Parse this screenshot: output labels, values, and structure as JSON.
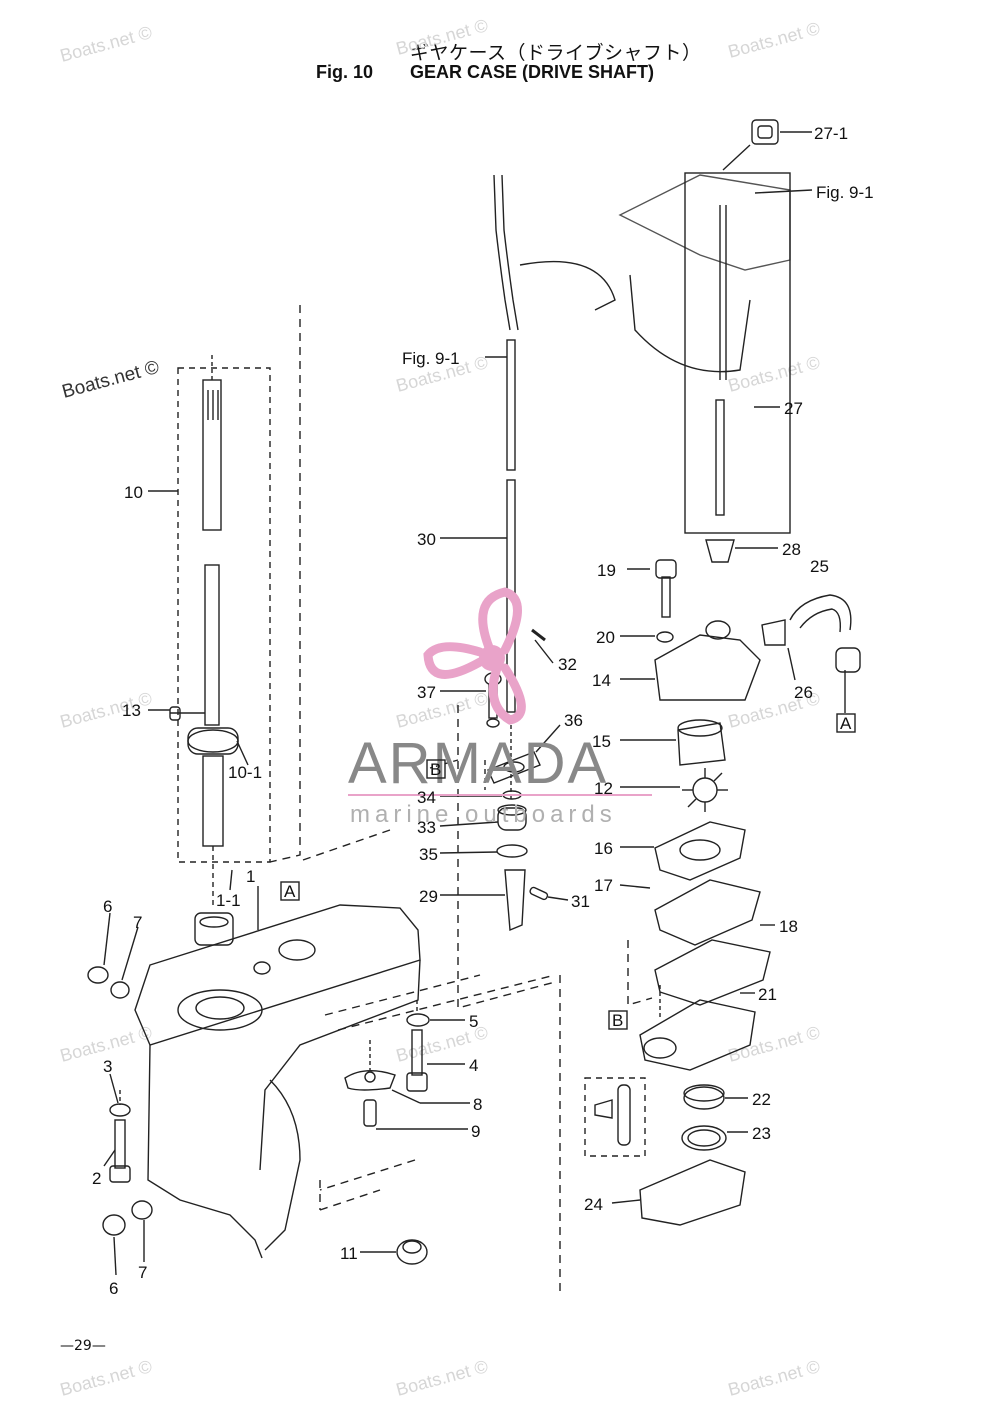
{
  "header": {
    "title_jp": "ギヤケース（ドライブシャフト）",
    "fig_label": "Fig. 10",
    "fig_name": "GEAR CASE (DRIVE SHAFT)"
  },
  "page_number": "—29—",
  "watermark": {
    "text": "Boats.net ©"
  },
  "brand": {
    "name": "ARMADA",
    "tagline": "marine outboards",
    "logo_color": "#e9a3c9",
    "text_color": "#888888"
  },
  "refs": {
    "fig91_top": "Fig. 9-1",
    "fig91_mid": "Fig. 9-1"
  },
  "callouts": {
    "p27_1": "27-1",
    "p27": "27",
    "p28": "28",
    "p25": "25",
    "p26": "26",
    "p19": "19",
    "p20": "20",
    "p14": "14",
    "p15": "15",
    "p12": "12",
    "p16": "16",
    "p17": "17",
    "p18": "18",
    "p21": "21",
    "p22": "22",
    "p23": "23",
    "p24": "24",
    "p30": "30",
    "p32": "32",
    "p37": "37",
    "p36": "36",
    "p34": "34",
    "p33": "33",
    "p35": "35",
    "p29": "29",
    "p31": "31",
    "p5": "5",
    "p4": "4",
    "p8": "8",
    "p9": "9",
    "p11": "11",
    "p10": "10",
    "p13": "13",
    "p10_1": "10-1",
    "p1": "1",
    "p1_1": "1-1",
    "p6a": "6",
    "p7a": "7",
    "p3": "3",
    "p2": "2",
    "p6b": "6",
    "p7b": "7"
  },
  "boxed": {
    "a1": "A",
    "a2": "A",
    "b1": "B",
    "b2": "B"
  }
}
